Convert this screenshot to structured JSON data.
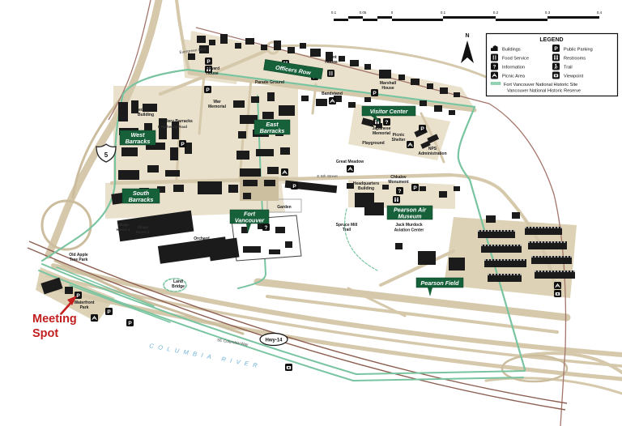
{
  "scale_bar": {
    "ticks": [
      "0.1",
      "0.05",
      "0",
      "0.1",
      "0.2",
      "0.3",
      "0.4"
    ]
  },
  "compass": {
    "north": "N"
  },
  "legend": {
    "title": "LEGEND",
    "items_left": [
      {
        "icon": "buildings-icon",
        "label": "Buildings"
      },
      {
        "icon": "food-service-icon",
        "label": "Food Service"
      },
      {
        "icon": "information-icon",
        "label": "Information"
      },
      {
        "icon": "picnic-area-icon",
        "label": "Picnic Area"
      }
    ],
    "items_right": [
      {
        "icon": "public-parking-icon",
        "label": "Public Parking"
      },
      {
        "icon": "restrooms-icon",
        "label": "Restrooms"
      },
      {
        "icon": "trail-icon",
        "label": "Trail"
      },
      {
        "icon": "viewpoint-icon",
        "label": "Viewpoint"
      }
    ],
    "boundary_line1": "Fort Vancouver National Historic Site",
    "boundary_line2": "Vancouver National Historic Reserve"
  },
  "banners": {
    "officers_row": "Officers Row",
    "west_barracks": [
      "West",
      "Barracks"
    ],
    "east_barracks": [
      "East",
      "Barracks"
    ],
    "south_barracks": [
      "South",
      "Barracks"
    ],
    "visitor_center": "Visitor Center",
    "fort_vancouver": [
      "Fort",
      "Vancouver"
    ],
    "pearson_air_museum": [
      "Pearson Air",
      "Museum"
    ],
    "pearson_field": "Pearson Field"
  },
  "labels": {
    "evergreen_blvd": "Evergreen Blvd",
    "howard_house": [
      "Howard",
      "House"
    ],
    "grant_house": [
      "Grant",
      "House"
    ],
    "marshall_house": [
      "Marshall",
      "House"
    ],
    "parade_ground": "Parade Ground",
    "bandstand": "Bandstand",
    "war_memorial": [
      "War",
      "Memorial"
    ],
    "red_cross_building": [
      "Red Cross",
      "Building"
    ],
    "artillery_barracks": "Artillery Barracks",
    "hatheway_road": "E Hatheway Road",
    "japanese_memorial": [
      "Japanese",
      "Memorial"
    ],
    "picnic_shelter": [
      "Picnic",
      "Shelter"
    ],
    "playground": "Playground",
    "nps_administration": [
      "NPS",
      "Administration"
    ],
    "great_meadow": "Great Meadow",
    "e_5th_street": "E 5th Street",
    "headquarters_building": [
      "Headquarters",
      "Building"
    ],
    "chkalov_monument": [
      "Chkalov",
      "Monument"
    ],
    "jack_murdock": [
      "Jack Murdock",
      "Aviation Center"
    ],
    "spruce_mill_trail": [
      "Spruce Mill",
      "Trail"
    ],
    "garden": "Garden",
    "orchard": "Orchard",
    "village_house_1": [
      "Village",
      "House 1"
    ],
    "village_house_2": [
      "Village",
      "House 2"
    ],
    "old_apple_tree_park": [
      "Old Apple",
      "Tree Park"
    ],
    "land_bridge": [
      "Land",
      "Bridge"
    ],
    "waterfront_park": [
      "Waterfront",
      "Park"
    ],
    "se_columbia_way": "SE Columbia Way",
    "hwy_14": "Hwy-14",
    "columbia_river": "COLUMBIA RIVER",
    "interstate_5": "5"
  },
  "annotations": {
    "meeting_spot": [
      "Meeting",
      "Spot"
    ]
  },
  "icon_glyphs": {
    "parking": "P",
    "information": "?"
  },
  "colors": {
    "banner_green": "#16603A",
    "trail_green": "#79C4A0",
    "road_tan": "#D5C8AB",
    "building_black": "#1B1B1B",
    "boundary_red": "#A4756A",
    "river_blue": "#6FB3D8",
    "annotation_red": "#C31F1F"
  }
}
